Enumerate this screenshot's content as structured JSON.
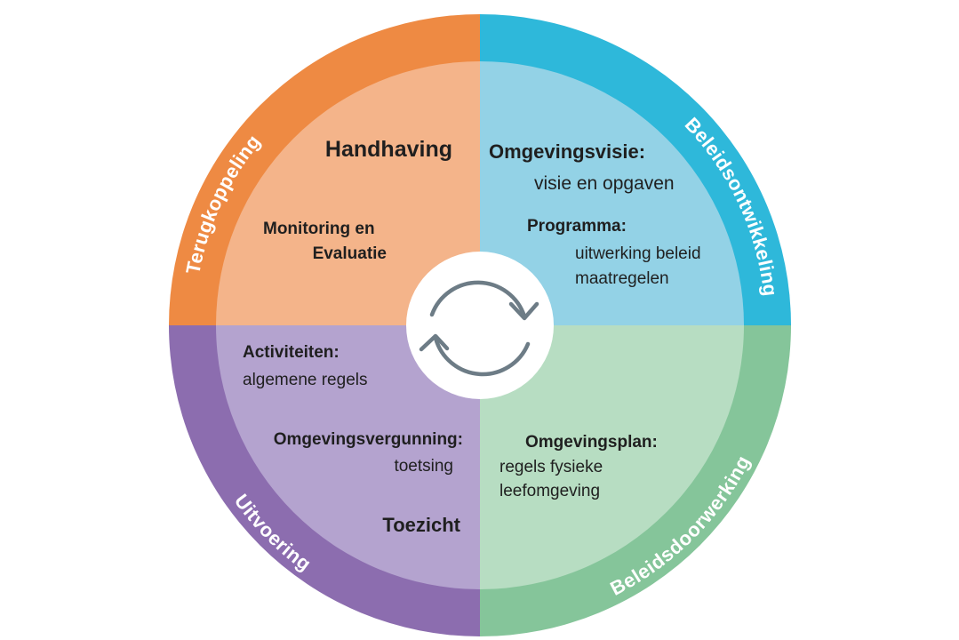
{
  "diagram": {
    "type": "cycle-wheel",
    "colors": {
      "orange_outer": "#EE8A43",
      "orange_inner": "#F4B48A",
      "blue_outer": "#2EB8DA",
      "blue_inner": "#93D2E6",
      "green_outer": "#85C59A",
      "green_inner": "#B7DDC2",
      "purple_outer": "#8C6DAF",
      "purple_inner": "#B4A3CF",
      "center_bg": "#FFFFFF",
      "cycle_icon": "#6D7C86",
      "text_dark": "#1F1F1F",
      "ring_text": "#FFFFFF"
    },
    "center_icon": "refresh-cycle-icon",
    "quadrants": {
      "top_left": {
        "ring_label": "Terugkoppeling",
        "items": [
          {
            "title": "Handhaving"
          },
          {
            "title_line1": "Monitoring en",
            "title_line2": "Evaluatie"
          }
        ]
      },
      "top_right": {
        "ring_label": "Beleidsontwikkeling",
        "items": [
          {
            "title": "Omgevingsvisie:",
            "sub": "visie en opgaven"
          },
          {
            "title": "Programma:",
            "sub_line1": "uitwerking beleid",
            "sub_line2": "maatregelen"
          }
        ]
      },
      "bottom_right": {
        "ring_label": "Beleidsdoorwerking",
        "items": [
          {
            "title": "Omgevingsplan:",
            "sub_line1": "regels fysieke",
            "sub_line2": "leefomgeving"
          }
        ]
      },
      "bottom_left": {
        "ring_label": "Uitvoering",
        "items": [
          {
            "title": "Activiteiten:",
            "sub": "algemene regels"
          },
          {
            "title": "Omgevingsvergunning:",
            "sub": "toetsing"
          },
          {
            "title": "Toezicht"
          }
        ]
      }
    }
  }
}
